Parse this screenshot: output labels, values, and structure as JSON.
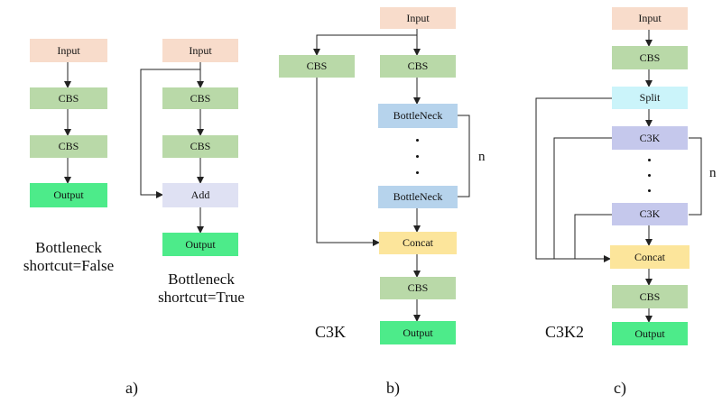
{
  "colors": {
    "input": "#f8dccb",
    "cbs": "#b9d9a8",
    "output": "#4deb8a",
    "add": "#dfe1f3",
    "bottleneck": "#b6d3ec",
    "concat": "#fce59b",
    "split": "#cbf4fa",
    "c3k": "#c5c8ec",
    "line": "#222222"
  },
  "panel_a_false": {
    "input": "Input",
    "cbs1": "CBS",
    "cbs2": "CBS",
    "output": "Output",
    "label_line1": "Bottleneck",
    "label_line2": "shortcut=False"
  },
  "panel_a_true": {
    "input": "Input",
    "cbs1": "CBS",
    "cbs2": "CBS",
    "add": "Add",
    "output": "Output",
    "label_line1": "Bottleneck",
    "label_line2": "shortcut=True"
  },
  "panel_b": {
    "input": "Input",
    "cbs_left": "CBS",
    "cbs_right": "CBS",
    "bottleneck_top": "BottleNeck",
    "bottleneck_bottom": "BottleNeck",
    "repeat_label": "n",
    "concat": "Concat",
    "cbs_final": "CBS",
    "output": "Output",
    "title": "C3K"
  },
  "panel_c": {
    "input": "Input",
    "cbs_top": "CBS",
    "split": "Split",
    "c3k_top": "C3K",
    "c3k_bottom": "C3K",
    "repeat_label": "n",
    "concat": "Concat",
    "cbs_final": "CBS",
    "output": "Output",
    "title": "C3K2"
  },
  "captions": {
    "a": "a)",
    "b": "b)",
    "c": "c)"
  }
}
